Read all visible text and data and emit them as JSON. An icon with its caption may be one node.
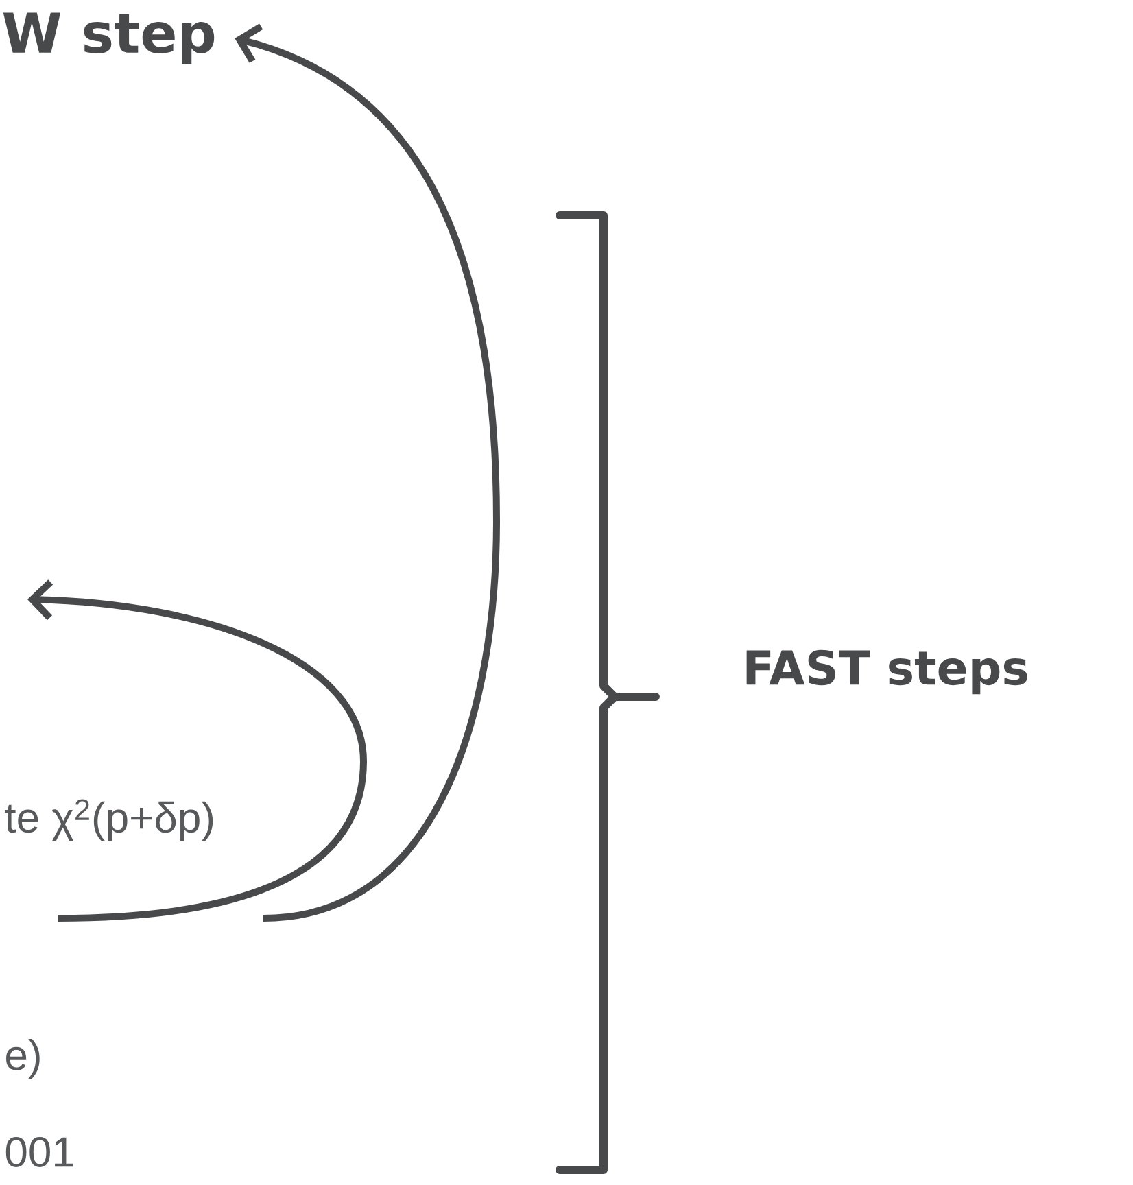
{
  "diagram": {
    "nodes": [
      {
        "text": [
          "W step"
        ]
      },
      {
        "text": [
          "te χ$^{2}$(p+δp)"
        ]
      }
    ],
    "edges": [
      {
        "from": 1,
        "to": null,
        "arrow": "to"
      },
      {
        "from": 1,
        "to": 0,
        "arrow": "to"
      }
    ],
    "labels": [
      "FAST steps",
      "e)",
      "001"
    ]
  }
}
